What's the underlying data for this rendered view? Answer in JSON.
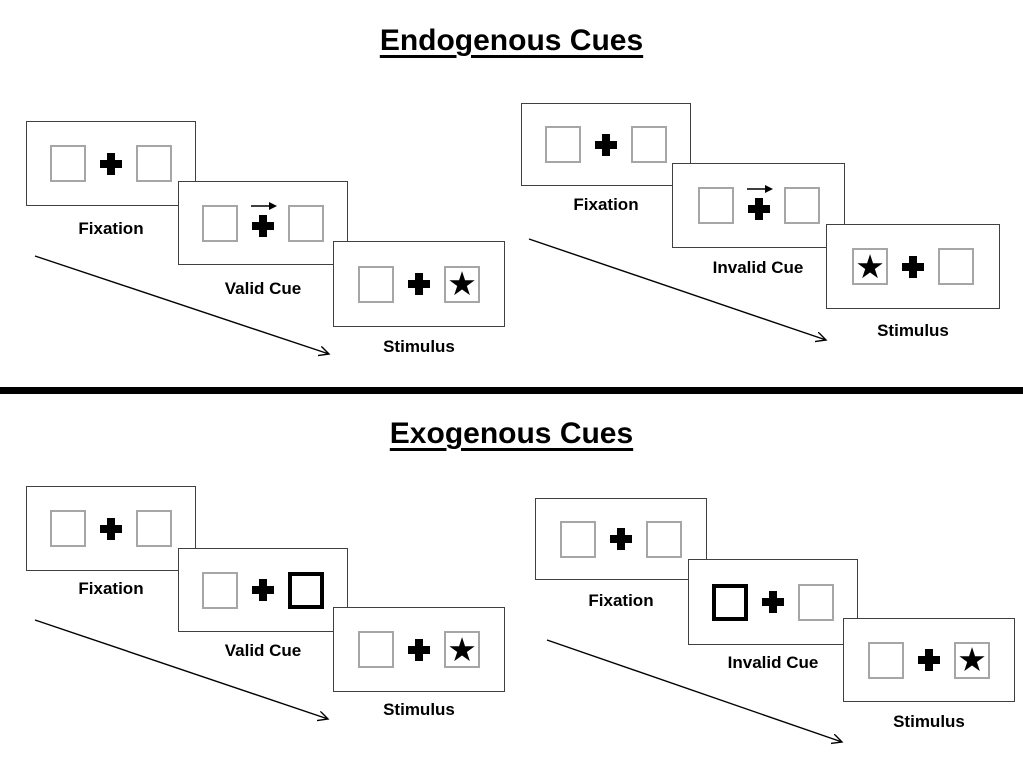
{
  "colors": {
    "background": "#ffffff",
    "card_border": "#404040",
    "box_border": "#a6a6a6",
    "cue_highlight_border": "#000000",
    "ink": "#000000"
  },
  "glyphs": {
    "star": "★",
    "fixation_cross": "+",
    "cue_arrow": "→"
  },
  "sections": [
    {
      "title": "Endogenous Cues",
      "panels": [
        {
          "type": "valid",
          "cue_style": "central-arrow-right",
          "stimulus_star_side": "right",
          "steps": [
            {
              "label": "Fixation"
            },
            {
              "label": "Valid Cue"
            },
            {
              "label": "Stimulus"
            }
          ]
        },
        {
          "type": "invalid",
          "cue_style": "central-arrow-right",
          "stimulus_star_side": "left",
          "steps": [
            {
              "label": "Fixation"
            },
            {
              "label": "Invalid Cue"
            },
            {
              "label": "Stimulus"
            }
          ]
        }
      ]
    },
    {
      "title": "Exogenous Cues",
      "panels": [
        {
          "type": "valid",
          "cue_style": "highlight-right-box",
          "stimulus_star_side": "right",
          "steps": [
            {
              "label": "Fixation"
            },
            {
              "label": "Valid Cue"
            },
            {
              "label": "Stimulus"
            }
          ]
        },
        {
          "type": "invalid",
          "cue_style": "highlight-left-box",
          "stimulus_star_side": "right",
          "steps": [
            {
              "label": "Fixation"
            },
            {
              "label": "Invalid Cue"
            },
            {
              "label": "Stimulus"
            }
          ]
        }
      ]
    }
  ]
}
